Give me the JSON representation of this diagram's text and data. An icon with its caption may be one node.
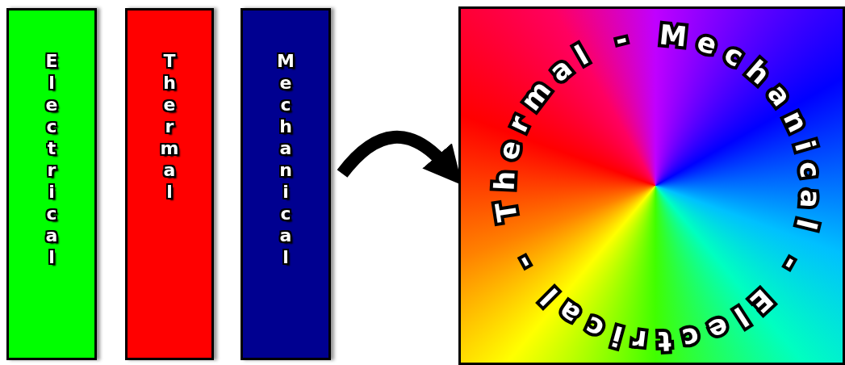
{
  "diagram": {
    "nodes": [
      {
        "text": [
          "Electrical"
        ]
      },
      {
        "text": [
          "Thermal"
        ]
      },
      {
        "text": [
          "Mechanical"
        ]
      },
      {
        "text": [
          "Thermal - Mechanical - Electrical -"
        ]
      }
    ],
    "edges": [
      {
        "from": 2,
        "to": 3,
        "arrow": "to"
      }
    ]
  }
}
